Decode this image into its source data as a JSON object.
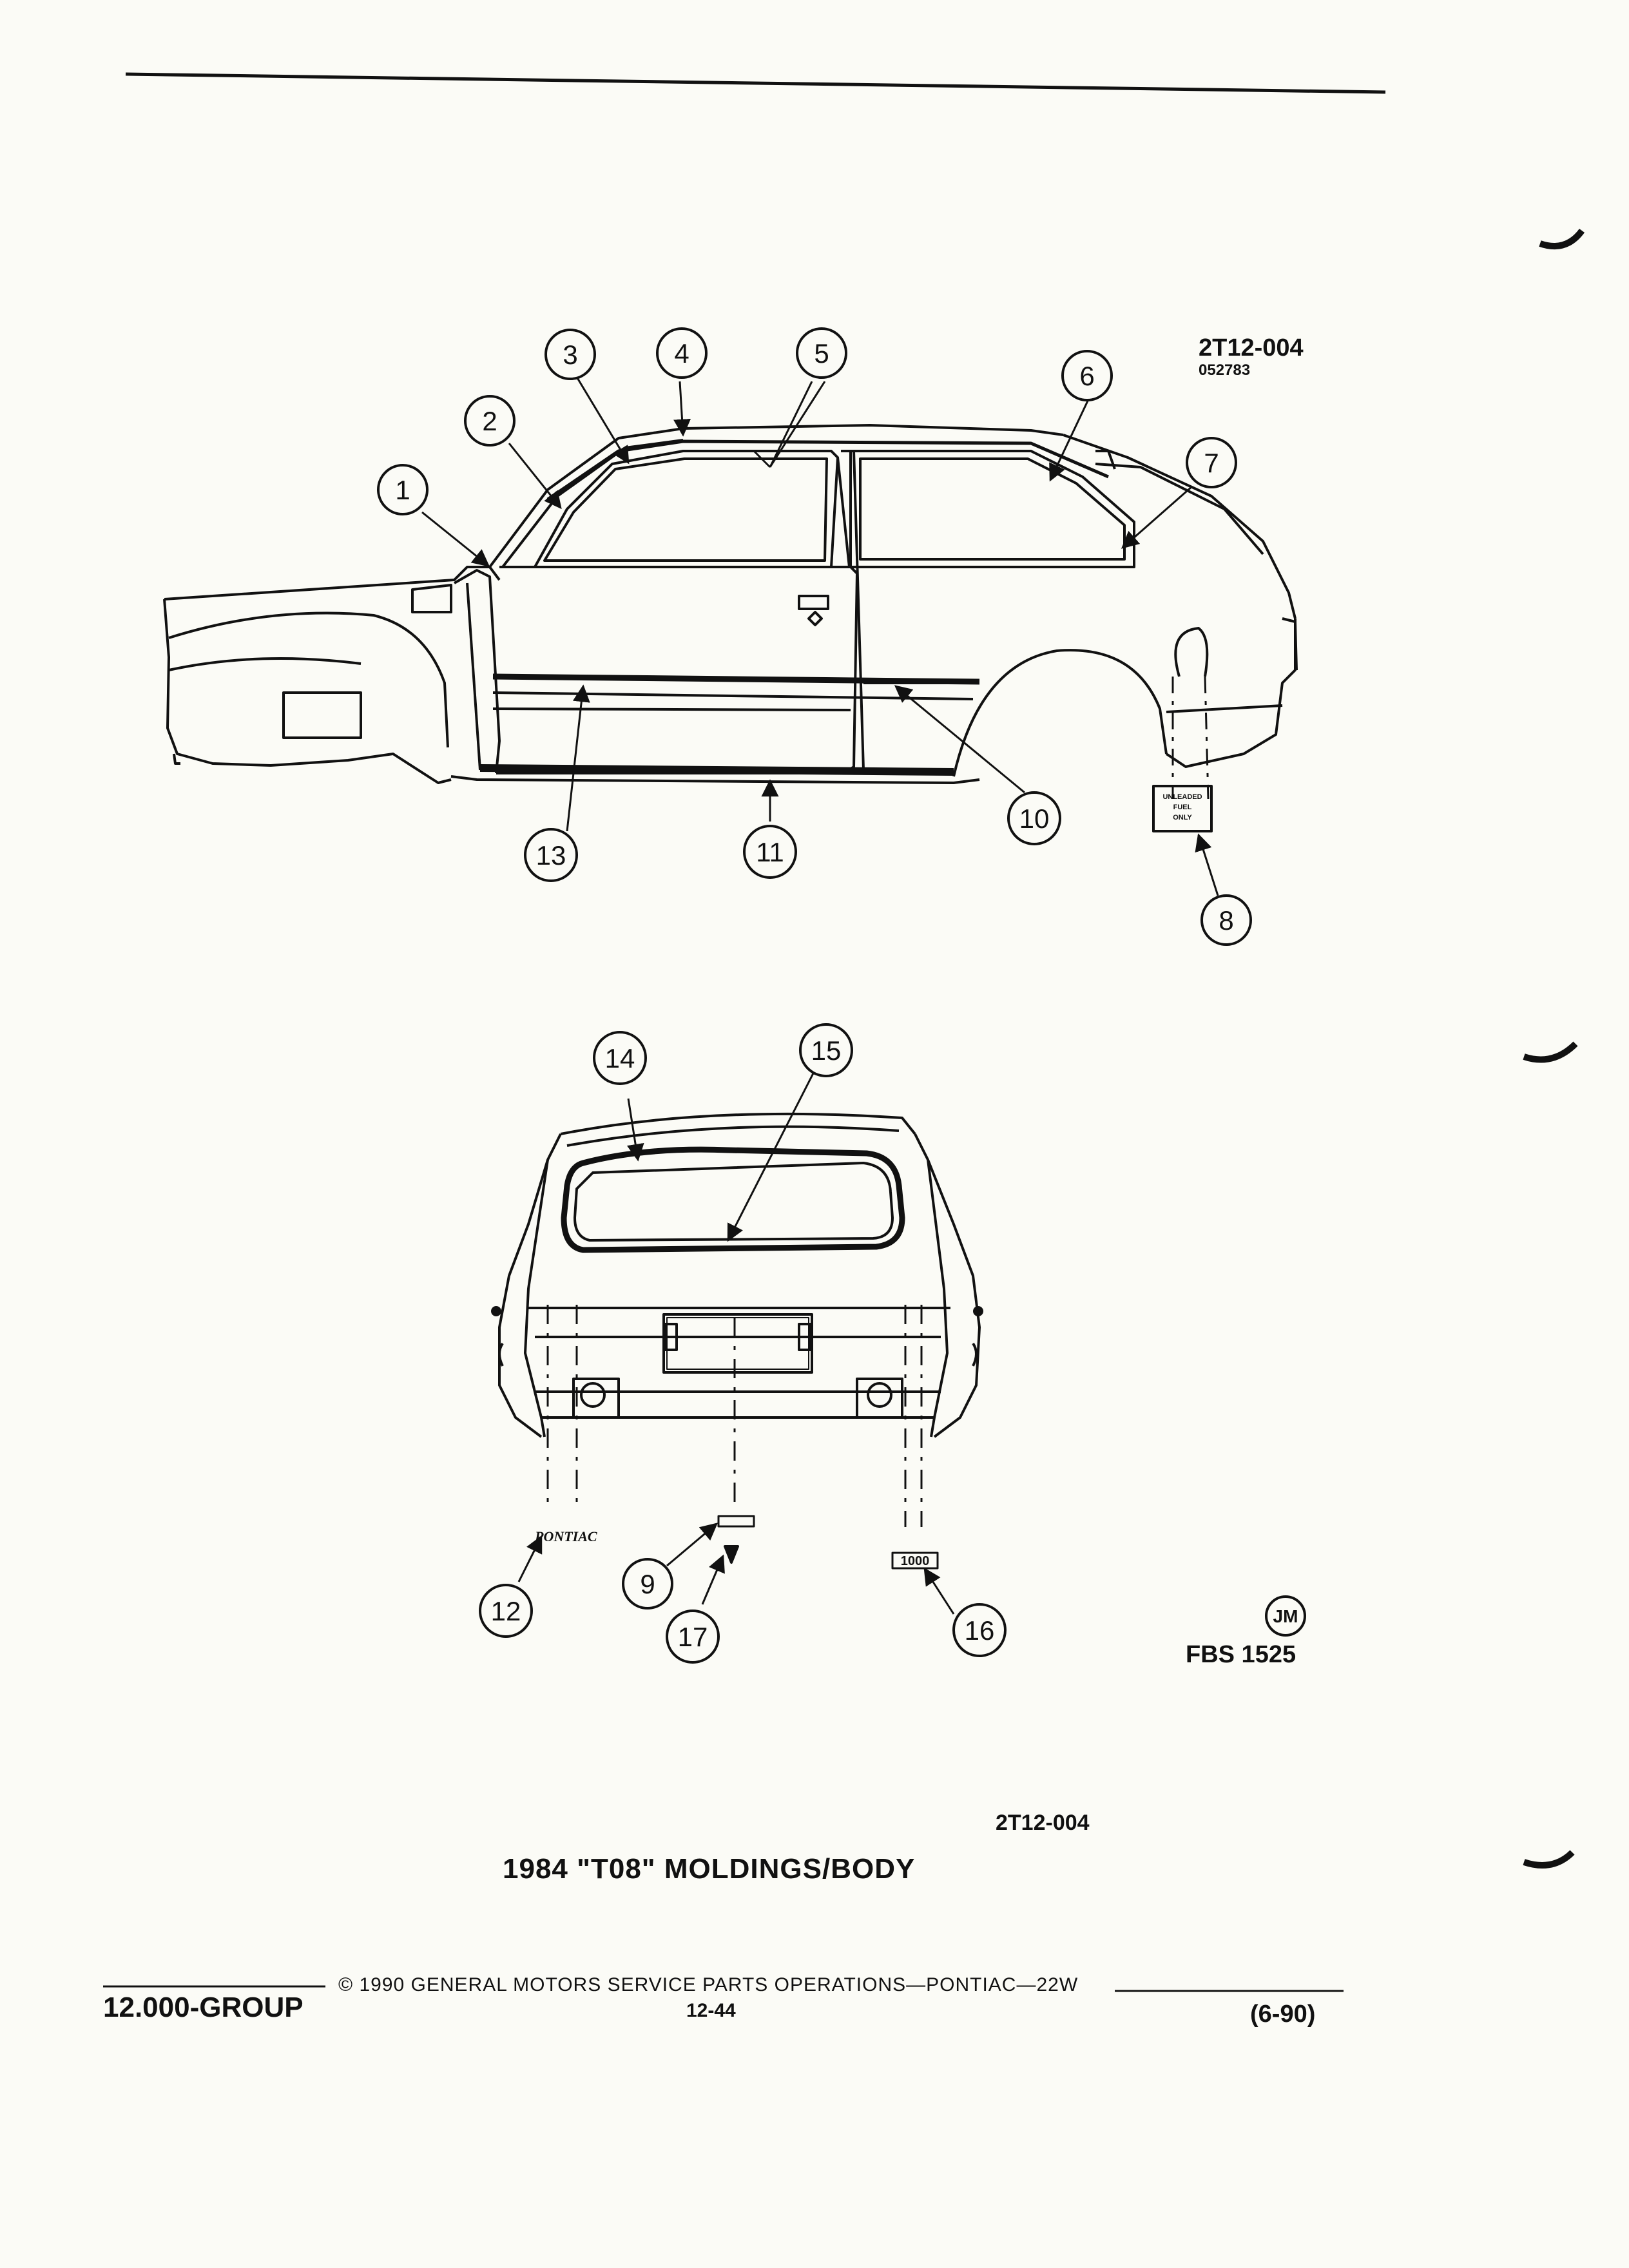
{
  "diagram": {
    "code_main": "2T12-004",
    "code_sub": "052783",
    "fig_code": "2T12-004",
    "caption": "1984 \"T08\" MOLDINGS/BODY",
    "fbs": "FBS 1525",
    "jm_logo": "JM",
    "decal_text": [
      "UNLEADED",
      "FUEL",
      "ONLY"
    ],
    "emblem_left": "PONTIAC",
    "emblem_right": "1000",
    "callouts": [
      "1",
      "2",
      "3",
      "4",
      "5",
      "6",
      "7",
      "8",
      "9",
      "10",
      "11",
      "12",
      "13",
      "14",
      "15",
      "16",
      "17"
    ]
  },
  "footer": {
    "group": "12.000-GROUP",
    "copyright": "© 1990 GENERAL MOTORS SERVICE PARTS OPERATIONS—PONTIAC—22W",
    "page": "12-44",
    "date": "(6-90)"
  }
}
